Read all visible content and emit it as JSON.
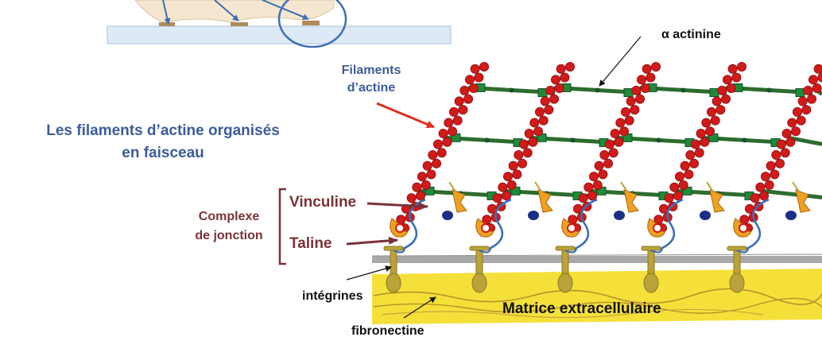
{
  "title": {
    "line1": "Les filaments d’actine organisés",
    "line2": "en faisceau"
  },
  "labels": {
    "alpha_actinine": "α actinine",
    "filaments_actine_line1": "Filaments",
    "filaments_actine_line2": "d’actine",
    "vinculine": "Vinculine",
    "taline": "Taline",
    "complexe_line1": "Complexe",
    "complexe_line2": "de jonction",
    "integrines": "intégrines",
    "fibronectine": "fibronectine",
    "matrice": "Matrice extracellulaire"
  },
  "colors": {
    "title_blue": "#3d5c9a",
    "maroon": "#7a3238",
    "actin_red": "#d11a1a",
    "alpha_actinin_green": "#2e6b2e",
    "matrix_yellow": "#f5e03a",
    "integrin_olive": "#b9a33a",
    "vinculin_orange": "#f0a020",
    "talin_blue": "#3d6fb5",
    "arrow_red": "#e03020"
  },
  "diagram": {
    "actin_filament_count": 5,
    "actinin_rungs_per_gap": 3
  }
}
